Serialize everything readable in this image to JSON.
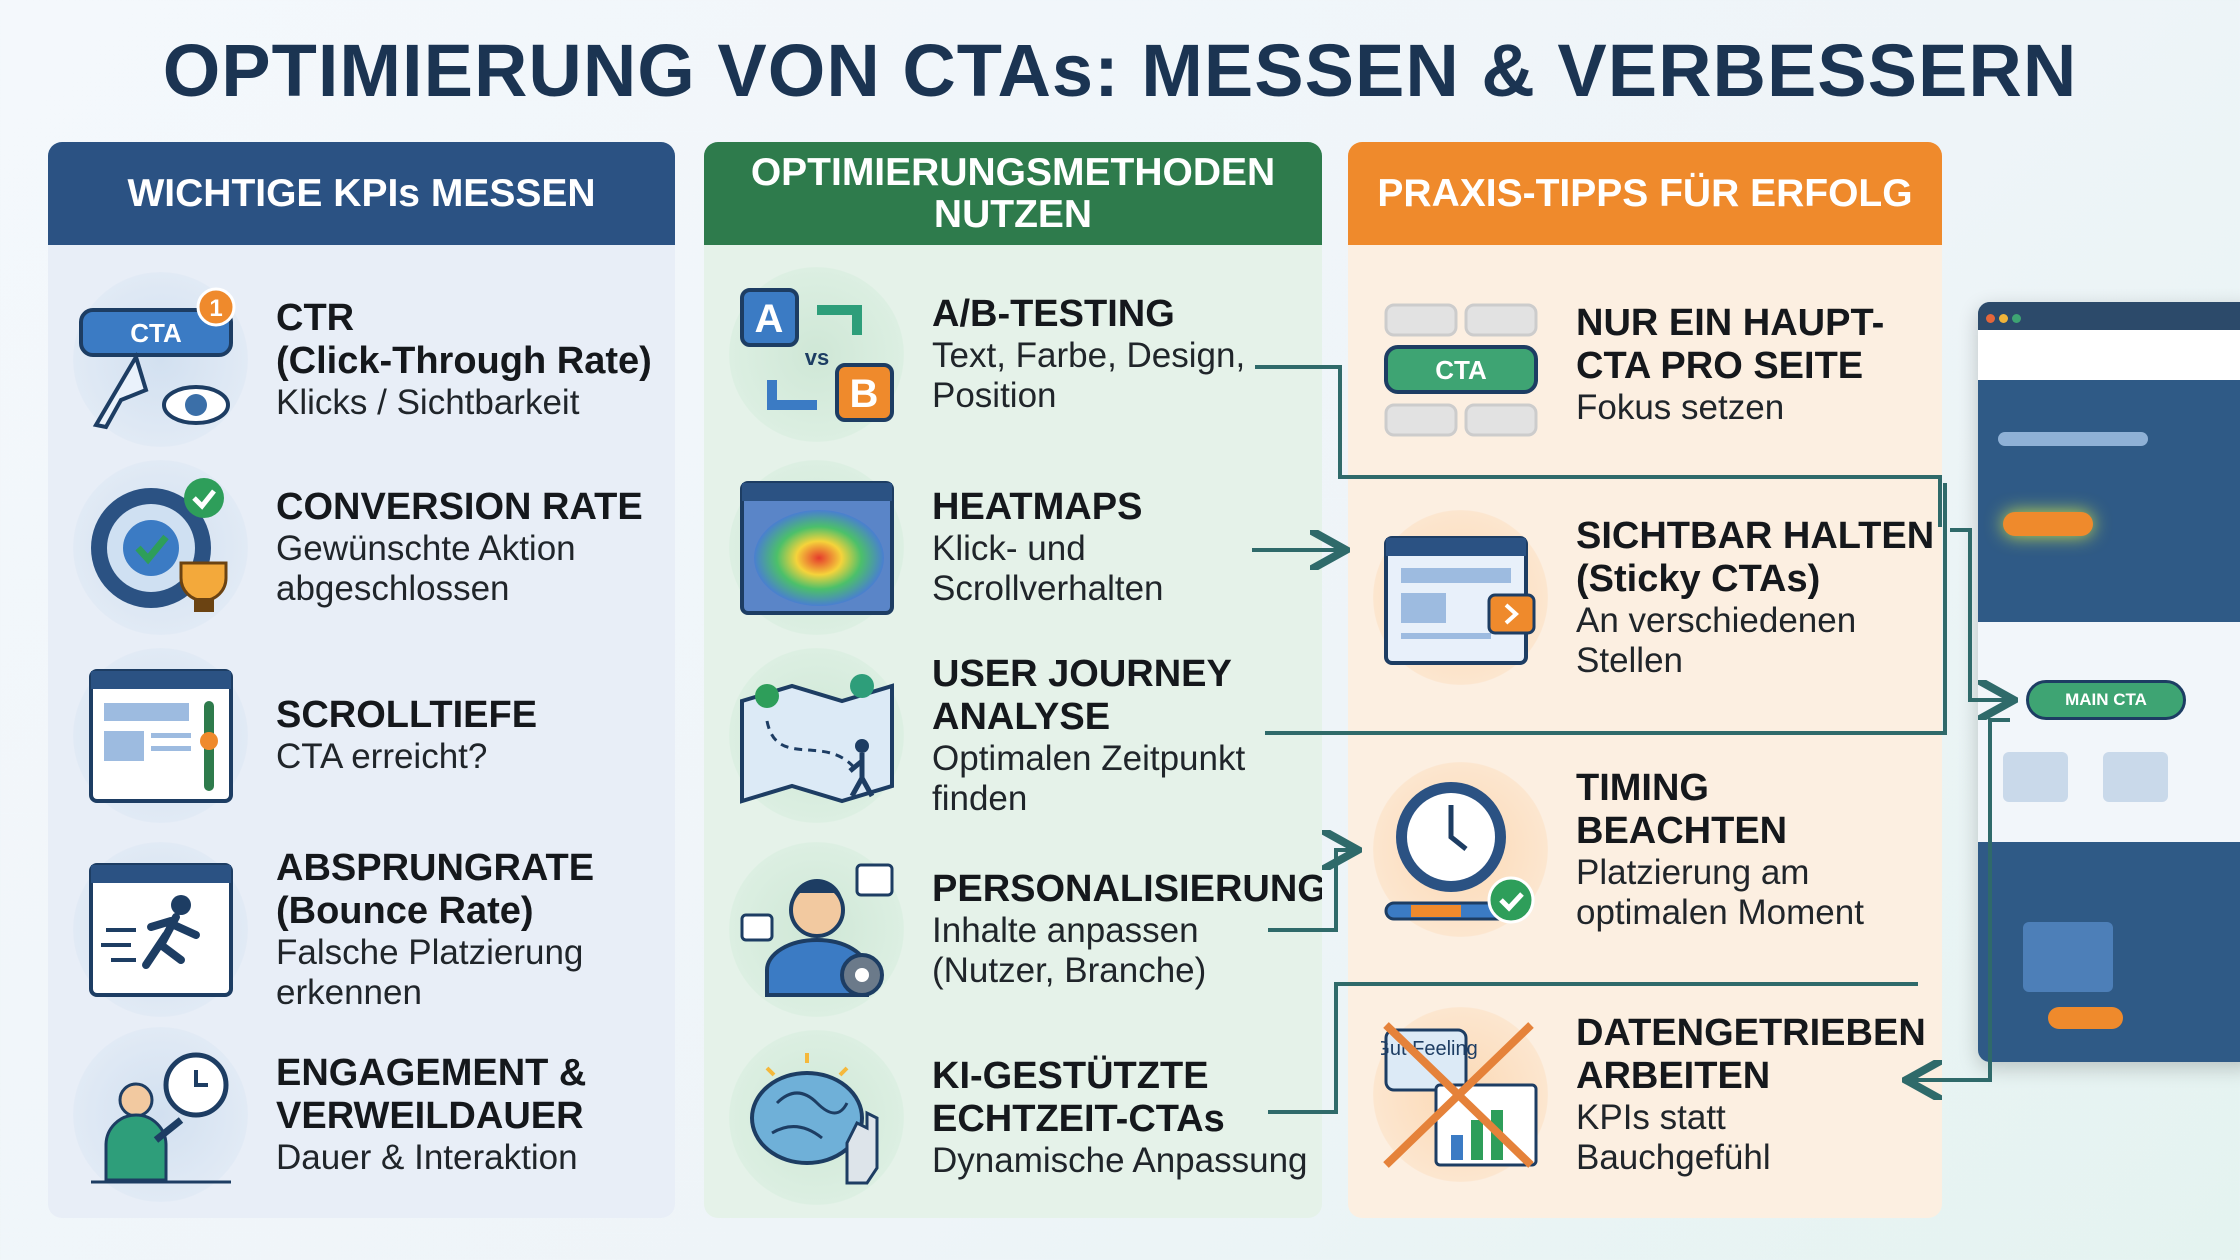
{
  "title": "OPTIMIERUNG VON CTAs: MESSEN & VERBESSERN",
  "columns": [
    {
      "header": "WICHTIGE KPIs MESSEN",
      "color": "#2b5283",
      "items": [
        {
          "title": "CTR",
          "title2": "(Click-Through Rate)",
          "desc": "Klicks / Sichtbarkeit",
          "icon": "cta-click-eye-icon",
          "icon_text": "CTA",
          "badge": "1"
        },
        {
          "title": "CONVERSION RATE",
          "desc": "Gewünschte Aktion",
          "desc2": "abgeschlossen",
          "icon": "target-trophy-icon"
        },
        {
          "title": "SCROLLTIEFE",
          "desc": "CTA erreicht?",
          "icon": "scroll-page-icon"
        },
        {
          "title": "ABSPRUNGRATE",
          "title2": "(Bounce Rate)",
          "desc": "Falsche Platzierung",
          "desc2": "erkennen",
          "icon": "running-exit-icon"
        },
        {
          "title": "ENGAGEMENT &",
          "title2": "VERWEILDAUER",
          "desc": "Dauer & Interaktion",
          "icon": "person-clock-icon"
        }
      ]
    },
    {
      "header": "OPTIMIERUNGSMETHODEN NUTZEN",
      "color": "#2e7b4c",
      "items": [
        {
          "title": "A/B-TESTING",
          "desc": "Text, Farbe, Design,",
          "desc2": "Position",
          "icon": "ab-test-icon",
          "icon_a": "A",
          "icon_b": "B",
          "icon_vs": "vs"
        },
        {
          "title": "HEATMAPS",
          "desc": "Klick- und",
          "desc2": "Scrollverhalten",
          "icon": "heatmap-icon"
        },
        {
          "title": "USER JOURNEY",
          "title2": "ANALYSE",
          "desc": "Optimalen Zeitpunkt",
          "desc2": "finden",
          "icon": "journey-map-icon"
        },
        {
          "title": "PERSONALISIERUNG",
          "desc": "Inhalte anpassen",
          "desc2": "(Nutzer, Branche)",
          "icon": "person-gear-icon"
        },
        {
          "title": "KI-GESTÜTZTE",
          "title2": "ECHTZEIT-CTAs",
          "desc": "Dynamische Anpassung",
          "icon": "ai-brain-icon"
        }
      ]
    },
    {
      "header": "PRAXIS-TIPPS FÜR ERFOLG",
      "color": "#ef8a2c",
      "items": [
        {
          "title": "NUR EIN HAUPT-",
          "title2": "CTA PRO SEITE",
          "desc": "Fokus setzen",
          "icon": "single-cta-icon",
          "icon_text": "CTA"
        },
        {
          "title": "SICHTBAR HALTEN",
          "title2": "(Sticky CTAs)",
          "desc": "An verschiedenen",
          "desc2": "Stellen",
          "icon": "sticky-cta-icon"
        },
        {
          "title": "TIMING",
          "title2": "BEACHTEN",
          "desc": "Platzierung am",
          "desc2": "optimalen Moment",
          "icon": "clock-check-icon"
        },
        {
          "title": "DATENGETRIEBEN",
          "title2": "ARBEITEN",
          "desc": "KPIs statt",
          "desc2": "Bauchgefühl",
          "icon": "no-gut-feeling-icon",
          "icon_text": "Gut Feeling"
        }
      ]
    }
  ],
  "mockup": {
    "button": "MAIN CTA"
  }
}
